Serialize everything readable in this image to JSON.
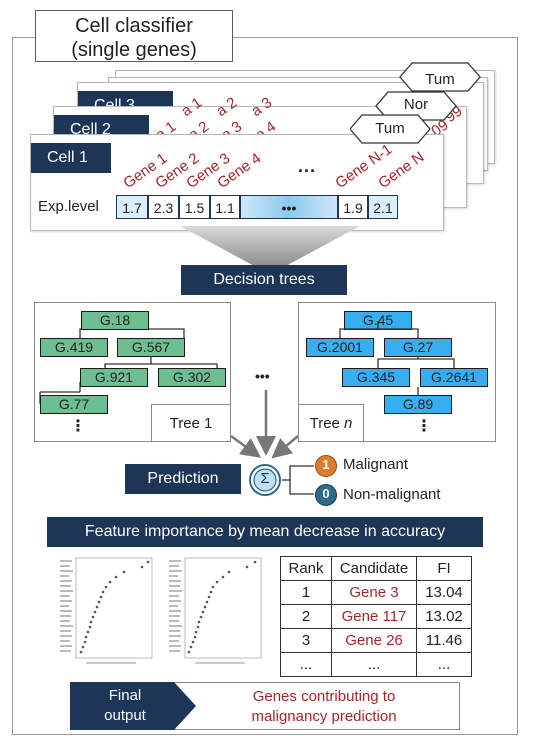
{
  "title": "Cell classifier\n(single genes)",
  "cells": [
    {
      "name": "Cell 3",
      "label": "Tum"
    },
    {
      "name": "Cell 2",
      "label": "Nor"
    },
    {
      "name": "Cell 1",
      "label": "Tum"
    }
  ],
  "genes": [
    "Gene 1",
    "Gene 2",
    "Gene 3",
    "Gene 4",
    "Gene N-1",
    "Gene N"
  ],
  "back_genes_cell3": [
    "a 1",
    "a 2",
    "a 3"
  ],
  "back_genes_cell2": [
    "e 1",
    "e 2",
    "e 3",
    "e 4"
  ],
  "back_genes_right": [
    "09",
    "99"
  ],
  "gene_ellipsis": "...",
  "exp_label": "Exp.level",
  "exp_values": [
    "1.7",
    "2.3",
    "1.5",
    "1.1",
    "•••",
    "1.9",
    "2.1"
  ],
  "decision_trees_label": "Decision trees",
  "tree1": {
    "nodes": [
      "G.18",
      "G.419",
      "G.567",
      "G.921",
      "G.302",
      "G.77"
    ],
    "label": "Tree 1"
  },
  "tree_n": {
    "nodes": [
      "G.45",
      "G.2001",
      "G.27",
      "G.345",
      "G.2641",
      "G.89"
    ],
    "label_prefix": "Tree ",
    "label_var": "n"
  },
  "trees_ellipsis": "•••",
  "vertical_ellipsis": "⋮",
  "prediction_label": "Prediction",
  "sigma": "Σ",
  "outcomes": [
    {
      "badge": "1",
      "label": "Malignant",
      "color": "#e07b2e"
    },
    {
      "badge": "0",
      "label": "Non-malignant",
      "color": "#2e6b8a"
    }
  ],
  "feature_importance_label": "Feature importance by mean decrease in accuracy",
  "table": {
    "headers": [
      "Rank",
      "Candidate",
      "FI"
    ],
    "rows": [
      [
        "1",
        "Gene 3",
        "13.04"
      ],
      [
        "2",
        "Gene 117",
        "13.02"
      ],
      [
        "3",
        "Gene 26",
        "11.46"
      ],
      [
        "...",
        "...",
        "..."
      ]
    ]
  },
  "final_output_label": "Final\noutput",
  "final_output_text": "Genes contributing to\nmalignancy prediction",
  "colors": {
    "navy": "#1d3557",
    "red": "#a4262c",
    "green": "#6dbf92",
    "blue": "#37aef0"
  }
}
